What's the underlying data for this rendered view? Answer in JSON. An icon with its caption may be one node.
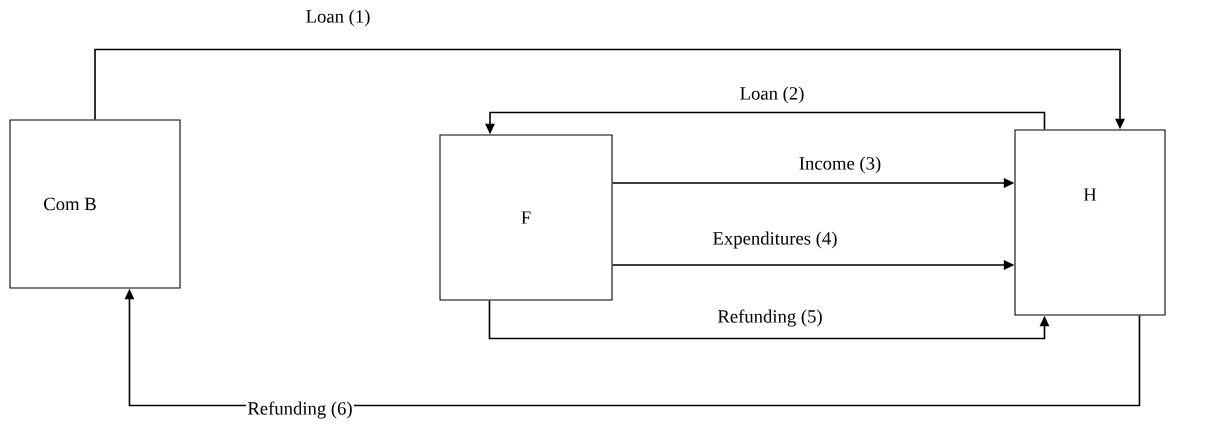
{
  "diagram": {
    "nodes": [
      {
        "text": [
          "Com B"
        ]
      },
      {
        "text": [
          "F"
        ]
      },
      {
        "text": [
          "H"
        ]
      }
    ],
    "edges": [
      {
        "from": 0,
        "to": 2,
        "arrow": "to",
        "label": "Loan (1)"
      },
      {
        "from": 2,
        "to": 1,
        "arrow": "to",
        "label": "Loan (2)"
      },
      {
        "from": 1,
        "to": 2,
        "arrow": "to",
        "label": "Income (3)"
      },
      {
        "from": 1,
        "to": 2,
        "arrow": "to",
        "label": "Expenditures (4)"
      },
      {
        "from": 1,
        "to": 2,
        "arrow": "to",
        "label": "Refunding (5)"
      },
      {
        "from": 2,
        "to": 0,
        "arrow": "to",
        "label": "Refunding (6)"
      }
    ]
  }
}
